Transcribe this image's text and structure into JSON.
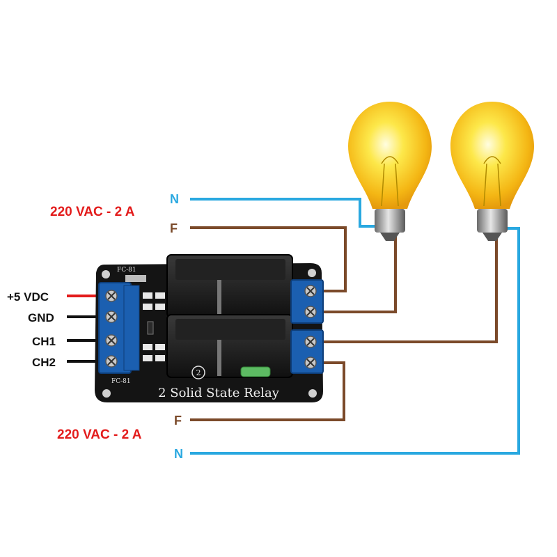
{
  "labels": {
    "supply_top": "220 VAC - 2 A",
    "supply_bottom": "220 VAC - 2 A",
    "neutral_top": "N",
    "phase_top": "F",
    "phase_bottom": "F",
    "neutral_bottom": "N",
    "vcc": "+5 VDC",
    "gnd": "GND",
    "ch1": "CH1",
    "ch2": "CH2"
  },
  "board": {
    "title": "2 Solid State Relay",
    "model_top": "FC-81",
    "model_bottom": "FC-81",
    "channel_mark": "2"
  },
  "colors": {
    "supply_label": "#e31c1c",
    "neutral_wire": "#29a8e0",
    "phase_wire": "#7b4a2a",
    "vcc_wire": "#e31c1c",
    "signal_wire": "#111111",
    "pcb": "#141414",
    "terminal": "#1b5fb0",
    "bulb": "#f7c81a"
  }
}
